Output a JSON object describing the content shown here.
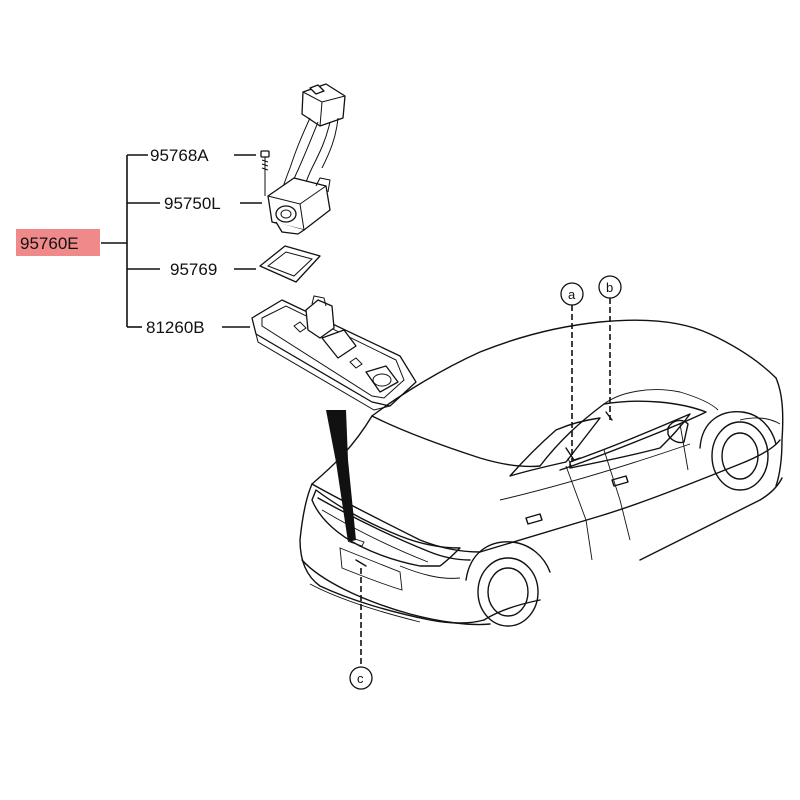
{
  "assembly": {
    "part_number": "95760E",
    "highlight_color": "#f08a8a"
  },
  "components": [
    {
      "part_number": "95768A"
    },
    {
      "part_number": "95750L"
    },
    {
      "part_number": "95769"
    },
    {
      "part_number": "81260B"
    }
  ],
  "callouts": [
    {
      "letter": "a"
    },
    {
      "letter": "b"
    },
    {
      "letter": "c"
    }
  ],
  "colors": {
    "line": "#111111",
    "background": "#ffffff",
    "pointer": "#111111"
  }
}
